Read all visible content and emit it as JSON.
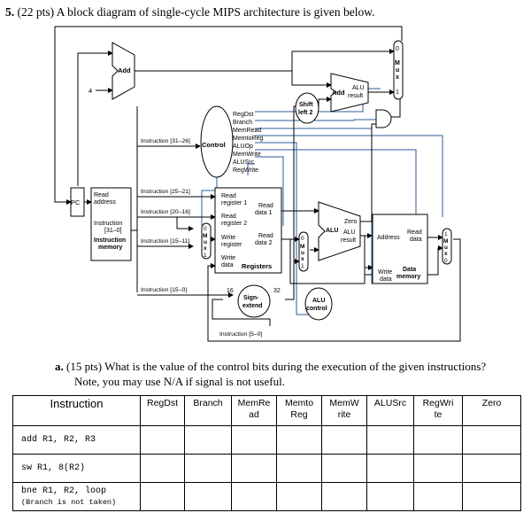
{
  "question": {
    "number": "5.",
    "text": "(22 pts) A block diagram of single-cycle MIPS architecture is given below."
  },
  "diagram": {
    "pc": "PC",
    "four": "4",
    "add": "Add",
    "alu_add": "Add",
    "alu_add_result": [
      "ALU",
      "result"
    ],
    "shift_left": [
      "Shift",
      "left 2"
    ],
    "control": "Control",
    "control_signals": [
      "RegDst",
      "Branch",
      "MemRead",
      "MemtoReg",
      "ALUOp",
      "MemWrite",
      "ALUSrc",
      "RegWrite"
    ],
    "im_read_address": [
      "Read",
      "address"
    ],
    "im_instruction": [
      "Instruction",
      "[31–0]"
    ],
    "im_name": [
      "Instruction",
      "memory"
    ],
    "fields": [
      "Instruction [31–26]",
      "Instruction [25–21]",
      "Instruction [20–16]",
      "Instruction [15–11]",
      "Instruction [15–0]",
      "Instruction [5–0]"
    ],
    "reg_inputs": [
      [
        "Read",
        "register 1"
      ],
      [
        "Read",
        "register 2"
      ],
      [
        "Write",
        "register"
      ],
      [
        "Write",
        "data"
      ]
    ],
    "reg_outputs": [
      [
        "Read",
        "data 1"
      ],
      [
        "Read",
        "data 2"
      ]
    ],
    "registers": "Registers",
    "sign_extend": [
      "Sign-",
      "extend"
    ],
    "bits_16": "16",
    "bits_32": "32",
    "alu": "ALU",
    "alu_result": [
      "ALU",
      "result"
    ],
    "zero": "Zero",
    "alu_control": [
      "ALU",
      "control"
    ],
    "dm_address": "Address",
    "dm_read_data": [
      "Read",
      "data"
    ],
    "dm_write_data": [
      "Write",
      "data"
    ],
    "dm_memory": [
      "Data",
      "memory"
    ],
    "mux": [
      "M",
      "u",
      "x"
    ],
    "mux_in0": "0",
    "mux_in1": "1"
  },
  "part_a": {
    "label": "a.",
    "line1": "(15 pts) What is the value of the control bits during the execution of the given instructions?",
    "line2": "Note, you may use N/A if signal is not useful."
  },
  "table": {
    "headers": {
      "instruction": "Instruction",
      "regdst": "RegDst",
      "branch": "Branch",
      "memread": [
        "MemRe",
        "ad"
      ],
      "memtoreg": [
        "Memto",
        "Reg"
      ],
      "memwrite": [
        "MemW",
        "rite"
      ],
      "alusrc": "ALUSrc",
      "regwrite": [
        "RegWri",
        "te"
      ],
      "zero": "Zero"
    },
    "rows": [
      {
        "instruction": "add R1, R2, R3",
        "note": ""
      },
      {
        "instruction": "sw R1, 8(R2)",
        "note": ""
      },
      {
        "instruction": "bne R1, R2, loop",
        "note": "(Branch is not taken)"
      }
    ]
  },
  "colors": {
    "control_lines": "#2b5d9e",
    "datapath": "#000000"
  }
}
